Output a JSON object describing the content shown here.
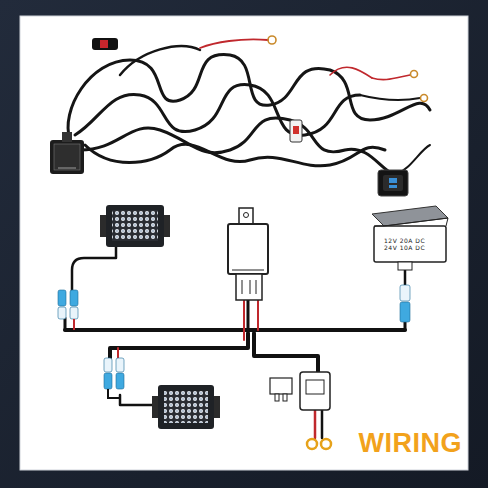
{
  "diagram": {
    "title": "WIRING",
    "nodes": [
      {
        "text": [
          "12V 20A DC",
          "24V 10A DC"
        ]
      }
    ]
  }
}
